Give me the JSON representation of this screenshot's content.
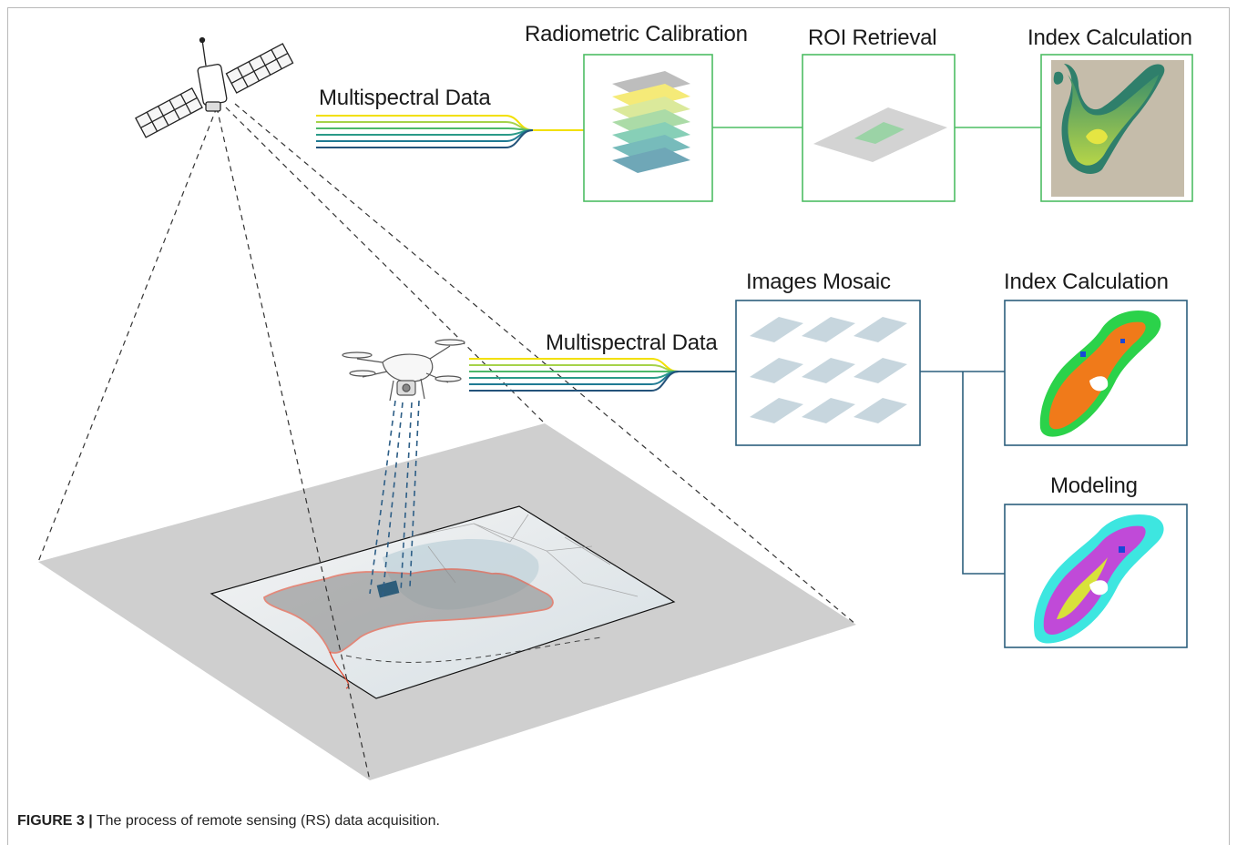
{
  "caption": {
    "prefix": "FIGURE 3 |",
    "text": "The process of remote sensing (RS) data acquisition."
  },
  "satellite_row": {
    "input_label": "Multispectral Data",
    "step1_label": "Radiometric Calibration",
    "step2_label": "ROI Retrieval",
    "step3_label": "Index Calculation"
  },
  "drone_row": {
    "input_label": "Multispectral Data",
    "step1_label": "Images Mosaic",
    "step2_label": "Index Calculation",
    "step3_label": "Modeling"
  },
  "colors": {
    "green_box": "#4dbd63",
    "blue_box": "#2c5f7d",
    "ground_plane": "#cfcfcf",
    "band_colors": [
      "#f2e000",
      "#a6d24a",
      "#4cb86a",
      "#2a9a88",
      "#1f7a93",
      "#24537a"
    ]
  },
  "icons": [
    "satellite-icon",
    "drone-icon"
  ]
}
